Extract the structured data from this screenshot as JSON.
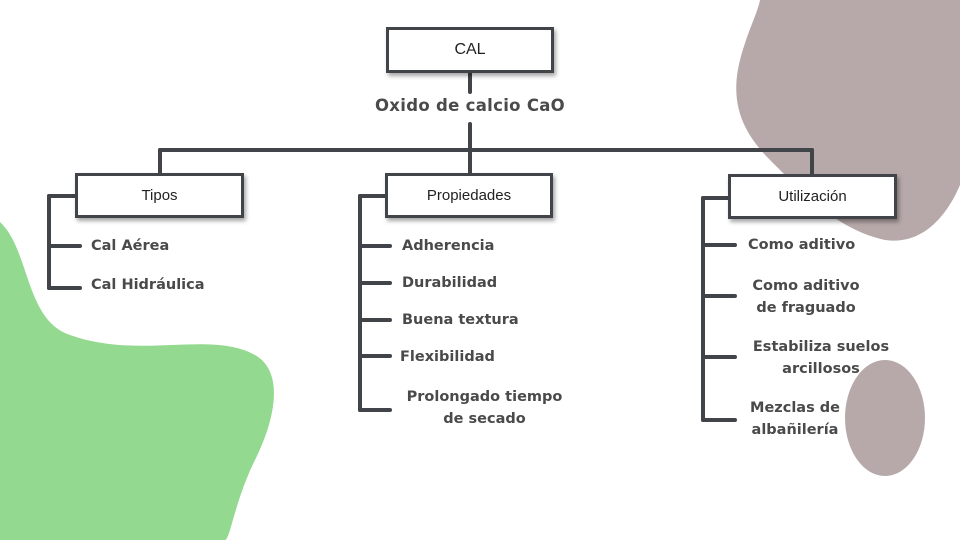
{
  "root": {
    "title": "CAL",
    "subtitle": "Oxido de calcio CaO"
  },
  "branches": [
    {
      "title": "Tipos",
      "items": [
        "Cal Aérea",
        "Cal Hidráulica"
      ]
    },
    {
      "title": "Propiedades",
      "items": [
        "Adherencia",
        "Durabilidad",
        "Buena textura",
        "Flexibilidad",
        [
          "Prolongado tiempo",
          "de secado"
        ]
      ]
    },
    {
      "title": "Utilización",
      "items": [
        "Como aditivo",
        [
          "Como aditivo",
          "de fraguado"
        ],
        [
          "Estabiliza suelos",
          "arcillosos"
        ],
        [
          "Mezclas de",
          "albañilería"
        ]
      ]
    }
  ],
  "colors": {
    "line": "#414549",
    "blob_green": "#93d98f",
    "blob_mauve": "#b7a9a9",
    "text": "#4a4a4a"
  }
}
